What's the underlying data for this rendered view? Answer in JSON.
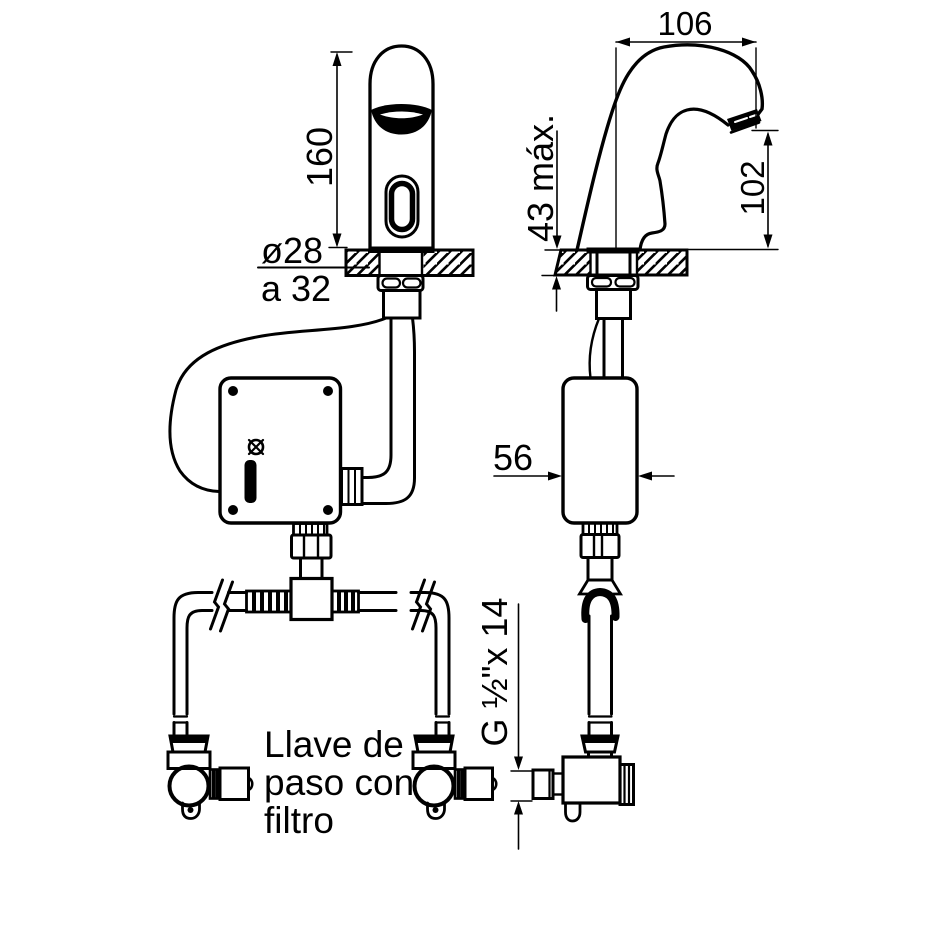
{
  "page": {
    "background": "#ffffff",
    "line_color": "#000000",
    "description": "Technical installation drawing of an electronic sensor faucet, front and side views with dimensions"
  },
  "views": {
    "front": {
      "name": "front-view",
      "dims": {
        "height": "160",
        "hole_top": "ø28",
        "hole_bottom": "a 32"
      },
      "note": {
        "line1": "Llave de",
        "line2": "paso con",
        "line3": "filtro"
      }
    },
    "side": {
      "name": "side-view",
      "dims": {
        "reach": "106",
        "spout_height": "102",
        "deck_max": "43 máx.",
        "box_width": "56",
        "thread": "G ½\"x 14"
      }
    }
  },
  "icons": {
    "brand_mark": "flower-logo-icon",
    "hatch": "section-hatch-pattern",
    "break_marks": "pipe-break-icon"
  }
}
